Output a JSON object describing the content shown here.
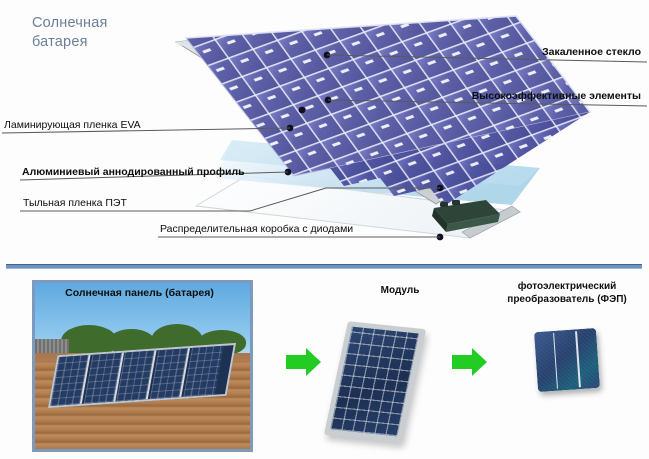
{
  "title": {
    "line1": "Солнечная",
    "line2": "батарея"
  },
  "top_diagram": {
    "labels_left": [
      {
        "text": "Ламинирующая пленка EVA",
        "bold": false
      },
      {
        "text": "Алюминиевый аннодированный профиль",
        "bold": true
      },
      {
        "text": "Тыльная пленка ПЭТ",
        "bold": false
      },
      {
        "text": "Распределительная коробка с диодами",
        "bold": false
      }
    ],
    "labels_right": [
      {
        "text": "Закаленное стекло",
        "bold": true
      },
      {
        "text": "Высокоэффективные элементы",
        "bold": true
      }
    ]
  },
  "bottom_row": {
    "photo_caption": "Солнечная панель (батарея)",
    "module_caption": "Модуль",
    "cell_caption_line1": "фотоэлектрический",
    "cell_caption_line2": "преобразователь (ФЭП)"
  },
  "colors": {
    "title": "#6b7f99",
    "divider": "#6f93bd",
    "arrow_green": "#22cc22",
    "cell_blue": "#4a4a9e",
    "photo_border": "#7d99bb",
    "junction_box": "#2f4438"
  }
}
